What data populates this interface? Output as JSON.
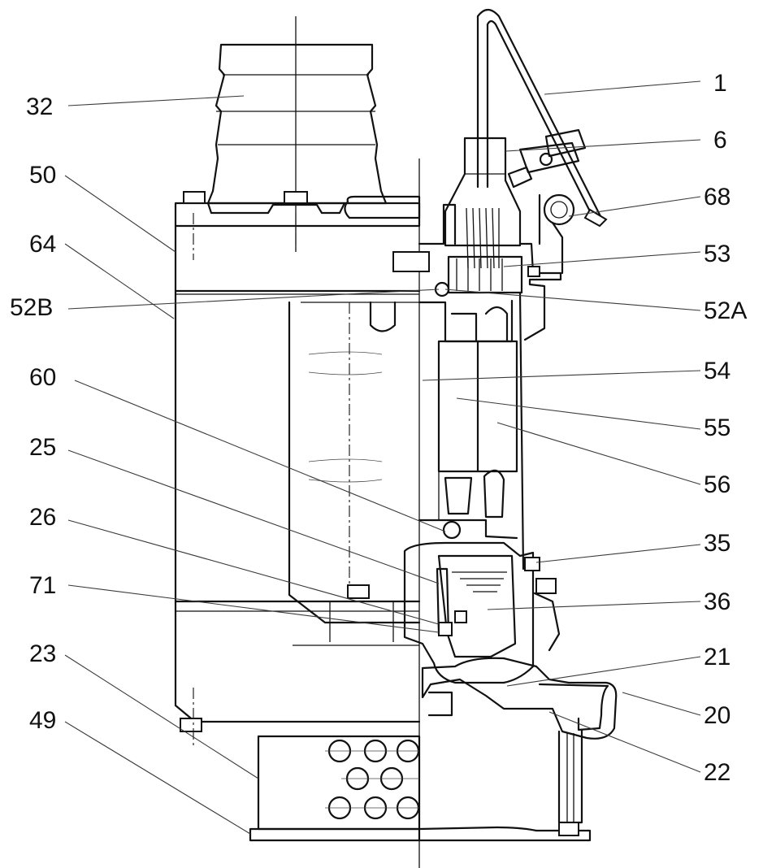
{
  "labels": {
    "left": [
      "32",
      "50",
      "64",
      "52B",
      "60",
      "25",
      "26",
      "71",
      "23",
      "49"
    ],
    "right": [
      "1",
      "6",
      "68",
      "53",
      "52A",
      "54",
      "55",
      "56",
      "35",
      "36",
      "21",
      "20",
      "22"
    ]
  },
  "colors": {
    "line": "#111111",
    "leader": "#3a3a3a",
    "background": "#ffffff"
  }
}
